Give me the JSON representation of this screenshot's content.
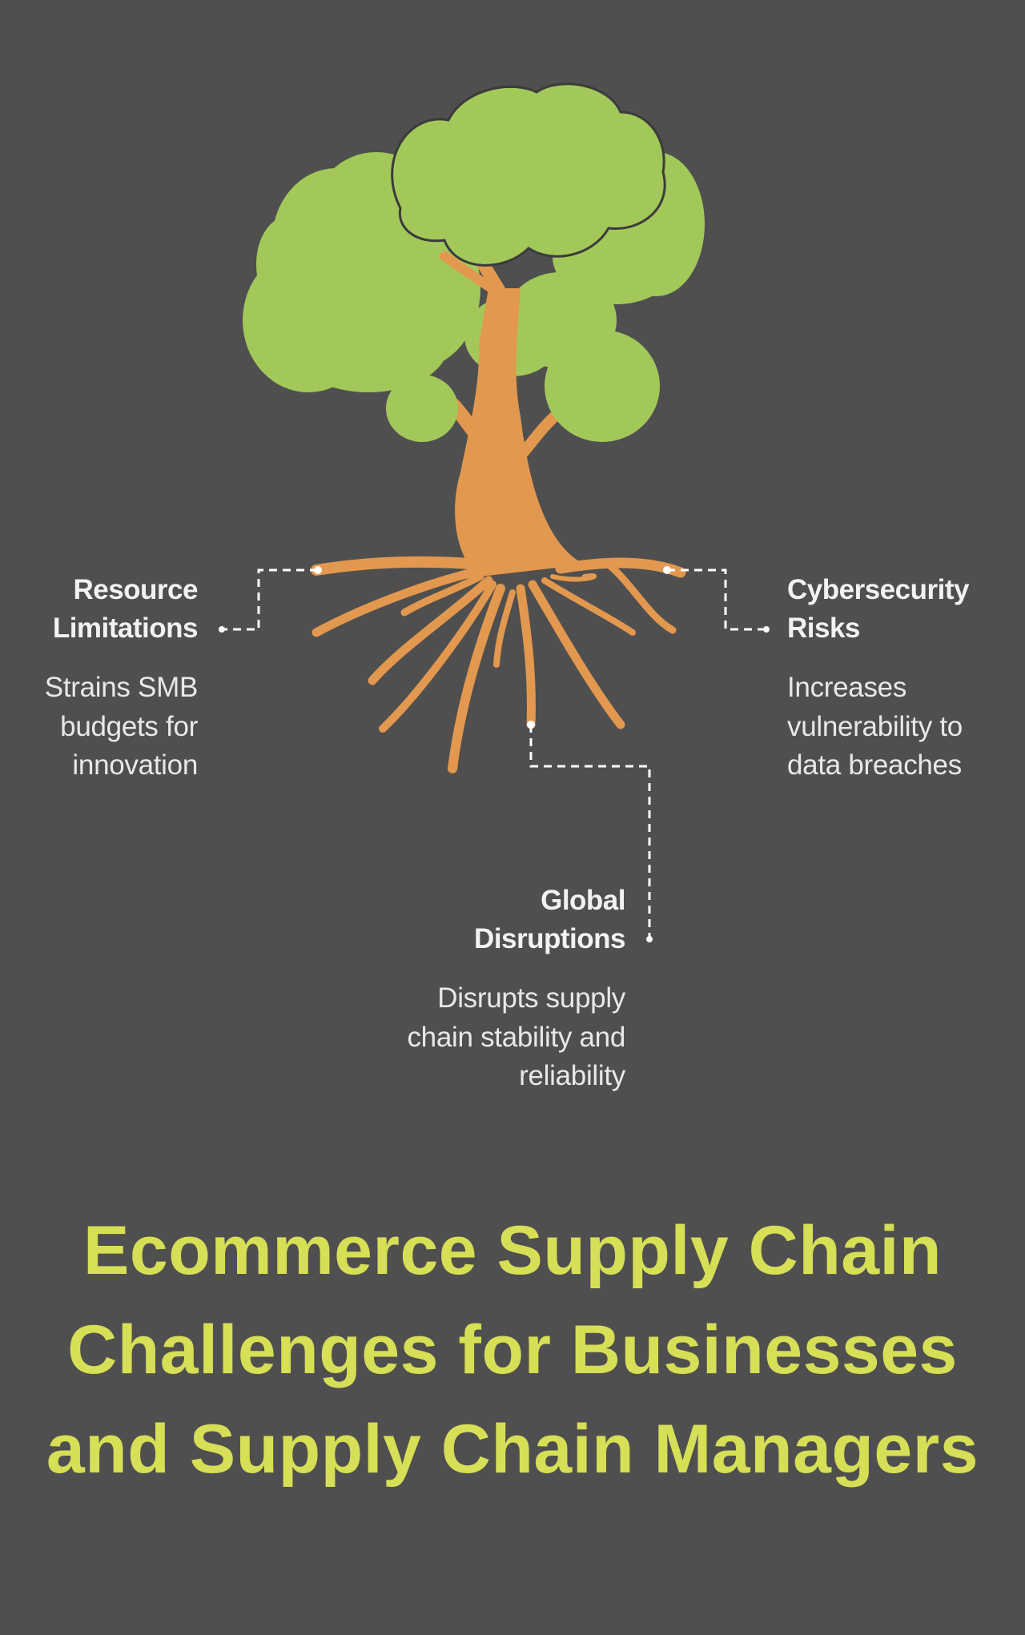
{
  "colors": {
    "background": "#4f4f4f",
    "foliage": "#a3c85a",
    "trunk": "#e3984f",
    "title": "#d6df55",
    "text": "#f2f2f2"
  },
  "challenges": [
    {
      "title_lines": [
        "Resource",
        "Limitations"
      ],
      "description_lines": [
        "Strains SMB",
        "budgets for",
        "innovation"
      ]
    },
    {
      "title_lines": [
        "Cybersecurity",
        "Risks"
      ],
      "description_lines": [
        "Increases",
        "vulnerability to",
        "data breaches"
      ]
    },
    {
      "title_lines": [
        "Global",
        "Disruptions"
      ],
      "description_lines": [
        "Disrupts supply",
        "chain stability and",
        "reliability"
      ]
    }
  ],
  "title_lines": [
    "Ecommerce Supply Chain",
    "Challenges for Businesses",
    "and Supply Chain Managers"
  ]
}
